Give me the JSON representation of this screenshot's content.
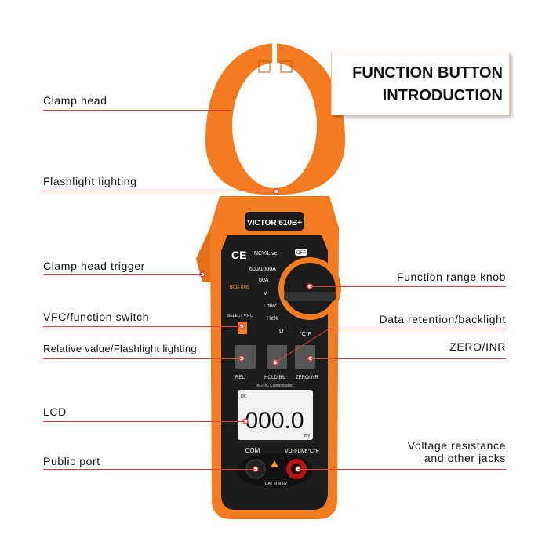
{
  "title": {
    "line1": "FUNCTION BUTTON",
    "line2": "INTRODUCTION"
  },
  "left_labels": [
    "Clamp head",
    "Flashlight lighting",
    "Clamp head trigger",
    "VFC/function switch",
    "Relative value/Flashlight lighting",
    "LCD",
    "Public port"
  ],
  "right_labels": [
    "Function range knob",
    "Data retention/backlight",
    "ZERO/INR",
    "Voltage resistance",
    "and other jacks"
  ],
  "meter": {
    "brand": "VICTOR 610B+",
    "ce": "CE",
    "dial": [
      "NCV/Live",
      "600/1000A",
      "60A",
      "V",
      "LowZ",
      "Hz%",
      "Ω",
      "°C°F"
    ],
    "off": "OFF",
    "true_rms": "TRUE RMS",
    "select": "SELECT V.F.C",
    "buttons": [
      "REL/",
      "HOLD B/L",
      "ZERO/INR"
    ],
    "subtitle": "AC/DC Clamp Meter",
    "lcd_value": "000.0",
    "lcd_unit": "mV",
    "lcd_dc": "DC",
    "jacks": [
      "COM",
      "VΩ-I-Live°C°F"
    ],
    "cat": "CAT III 600V"
  },
  "colors": {
    "accent_line": "#e0413a",
    "body": "#f47c20",
    "panel": "#1c1c1c"
  }
}
